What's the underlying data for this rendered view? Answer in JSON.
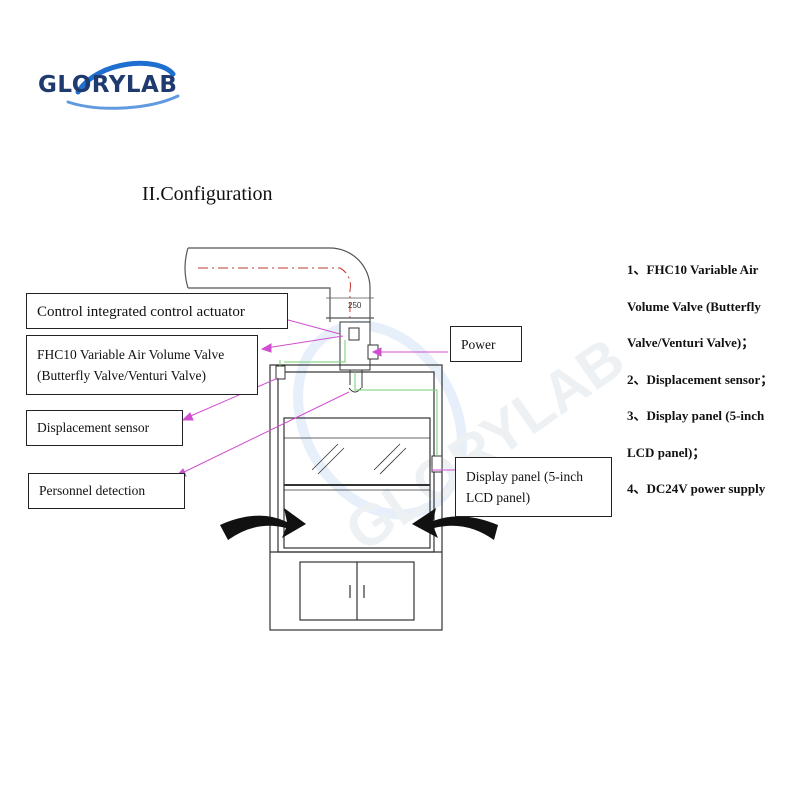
{
  "logo": {
    "text": "GLORYLAB",
    "color": "#1e3a6e",
    "swoosh_color": "#1f6fd1"
  },
  "heading": "II.Configuration",
  "watermark": "GLORYLAB",
  "dimension_label": "250",
  "callouts": {
    "control_actuator": "Control integrated control actuator",
    "valve_line1": "FHC10 Variable Air Volume Valve",
    "valve_line2": "(Butterfly Valve/Venturi Valve)",
    "displacement_sensor": "Displacement sensor",
    "personnel_detection": "Personnel detection",
    "power": "Power",
    "display_line1": "Display panel (5-inch",
    "display_line2": "LCD panel)"
  },
  "legend": [
    "1、FHC10 Variable Air",
    "Volume Valve (Butterfly",
    "Valve/Venturi Valve)；",
    "2、Displacement sensor；",
    "3、Display panel (5-inch",
    "LCD panel)；",
    "4、DC24V power supply"
  ],
  "colors": {
    "arrow": "#d04fd0",
    "wire": "#6fcf6f",
    "duct_axis": "#c0392b",
    "line": "#333333"
  }
}
